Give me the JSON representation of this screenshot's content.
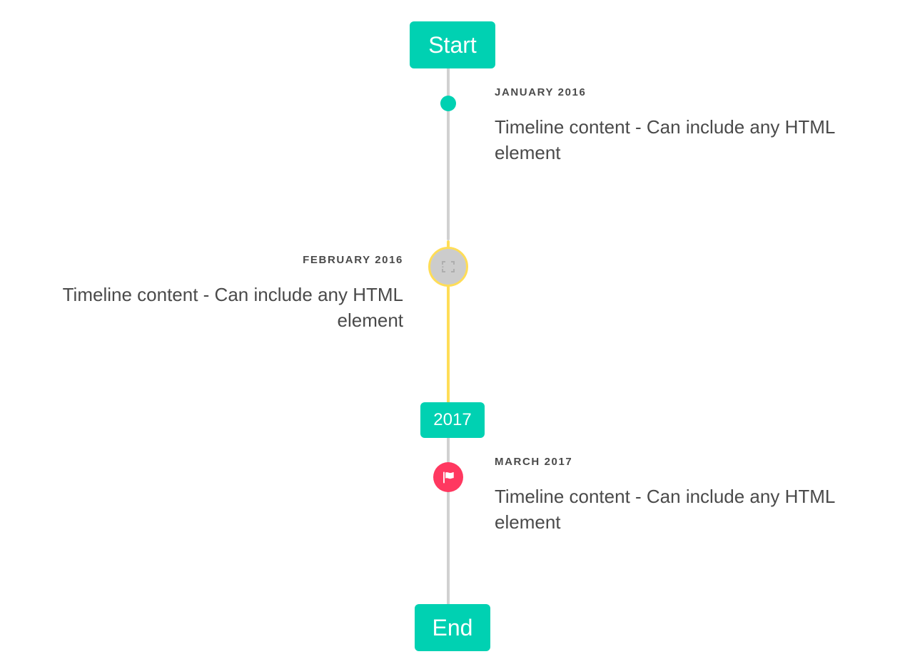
{
  "timeline": {
    "start_label": "Start",
    "mid_label": "2017",
    "end_label": "End",
    "rail_color_default": "#d1d1d1",
    "rail_color_highlight": "#ffdd57",
    "accent_color": "#00d1b2",
    "danger_color": "#ff3860",
    "warning_color": "#ffdd57",
    "text_color": "#4a4a4a",
    "items": [
      {
        "heading": "JANUARY 2016",
        "body": "Timeline content - Can include any HTML element",
        "side": "right",
        "marker": "dot",
        "marker_color": "#00d1b2"
      },
      {
        "heading": "FEBRUARY 2016",
        "body": "Timeline content - Can include any HTML element",
        "side": "left",
        "marker": "broken-image",
        "marker_color": "#cccccc",
        "marker_border_color": "#ffdd57"
      },
      {
        "heading": "MARCH 2017",
        "body": "Timeline content - Can include any HTML element",
        "side": "right",
        "marker": "flag",
        "marker_color": "#ff3860"
      }
    ]
  }
}
